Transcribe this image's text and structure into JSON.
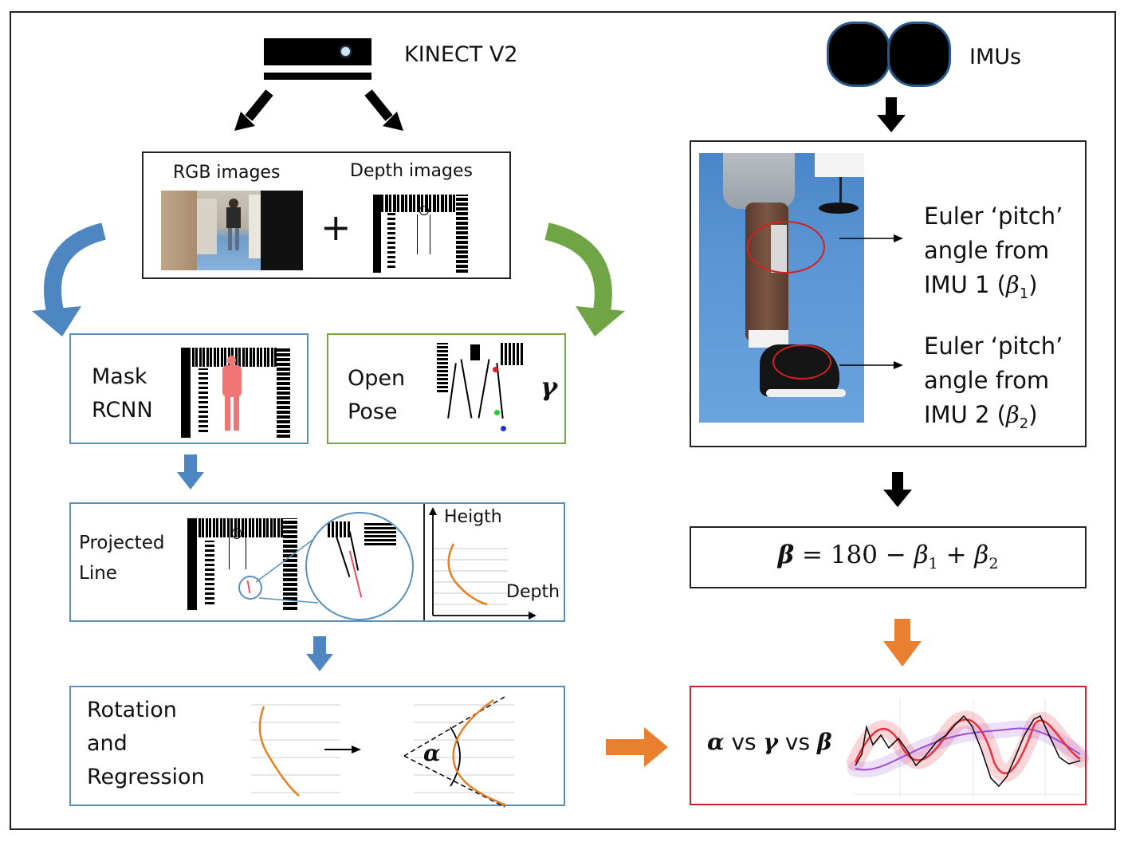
{
  "sensors": {
    "kinect_label": "KINECT V2",
    "imus_label": "IMUs"
  },
  "input_box": {
    "rgb_label": "RGB images",
    "depth_label": "Depth images",
    "plus": "+"
  },
  "mask_rcnn": {
    "line1": "Mask",
    "line2": "RCNN"
  },
  "open_pose": {
    "line1": "Open",
    "line2": "Pose",
    "symbol": "γ"
  },
  "projected_line": {
    "line1": "Projected",
    "line2": "Line",
    "y_axis_label": "Heigth",
    "x_axis_label": "Depth"
  },
  "rotation": {
    "line1": "Rotation",
    "line2": "and",
    "line3": "Regression",
    "angle_symbol": "α"
  },
  "imu_box": {
    "imu1_line1": "Euler ‘pitch’",
    "imu1_line2": "angle from",
    "imu1_line3": "IMU 1 (",
    "imu1_sub": "1",
    "imu2_line1": "Euler ‘pitch’",
    "imu2_line2": "angle from",
    "imu2_line3": "IMU 2 (",
    "imu2_sub": "2",
    "beta": "β",
    "close": ")"
  },
  "formula": {
    "lhs": "β",
    "text": " = 180 − ",
    "b1": "β",
    "s1": "1",
    "plus": " + ",
    "b2": "β",
    "s2": "2"
  },
  "comparison": {
    "alpha": "α",
    "vs1": " vs ",
    "gamma": "γ",
    "vs2": " vs ",
    "beta": "β"
  },
  "colors": {
    "blue_arrow": "#4e86c2",
    "green_arrow": "#6fa544",
    "orange_arrow": "#e9802f",
    "orange_curve": "#e67e22",
    "red_curve": "#e8323c",
    "purple_curve": "#9b4fd6",
    "black_curve": "#111111"
  }
}
